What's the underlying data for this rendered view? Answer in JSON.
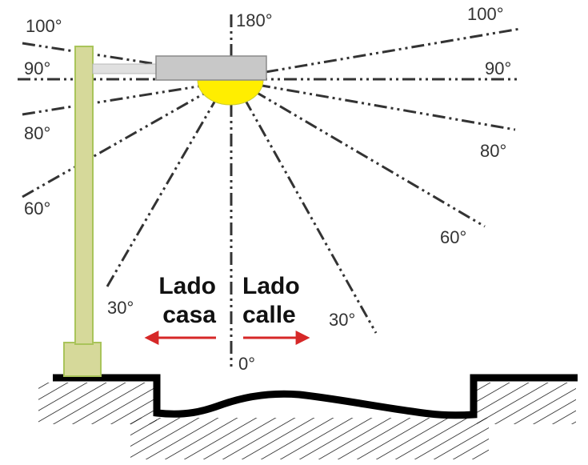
{
  "colors": {
    "line": "#333333",
    "text": "#333333",
    "pole_fill": "#d6d99a",
    "pole_stroke": "#a9c45a",
    "lamp_housing": "#c8c8c8",
    "lamp_housing_stroke": "#8a8a8a",
    "lamp_light": "#ffee00",
    "arm": "#e0e0e0",
    "arrow": "#d62828",
    "ground": "#000000",
    "label": "#111111"
  },
  "angles": {
    "top": "180°",
    "left_100": "100°",
    "left_90": "90°",
    "left_80": "80°",
    "left_60": "60°",
    "left_30": "30°",
    "right_100": "100°",
    "right_90": "90°",
    "right_80": "80°",
    "right_60": "60°",
    "right_30": "30°",
    "bottom": "0°"
  },
  "sides": {
    "house_line1": "Lado",
    "house_line2": "casa",
    "street_line1": "Lado",
    "street_line2": "calle"
  }
}
